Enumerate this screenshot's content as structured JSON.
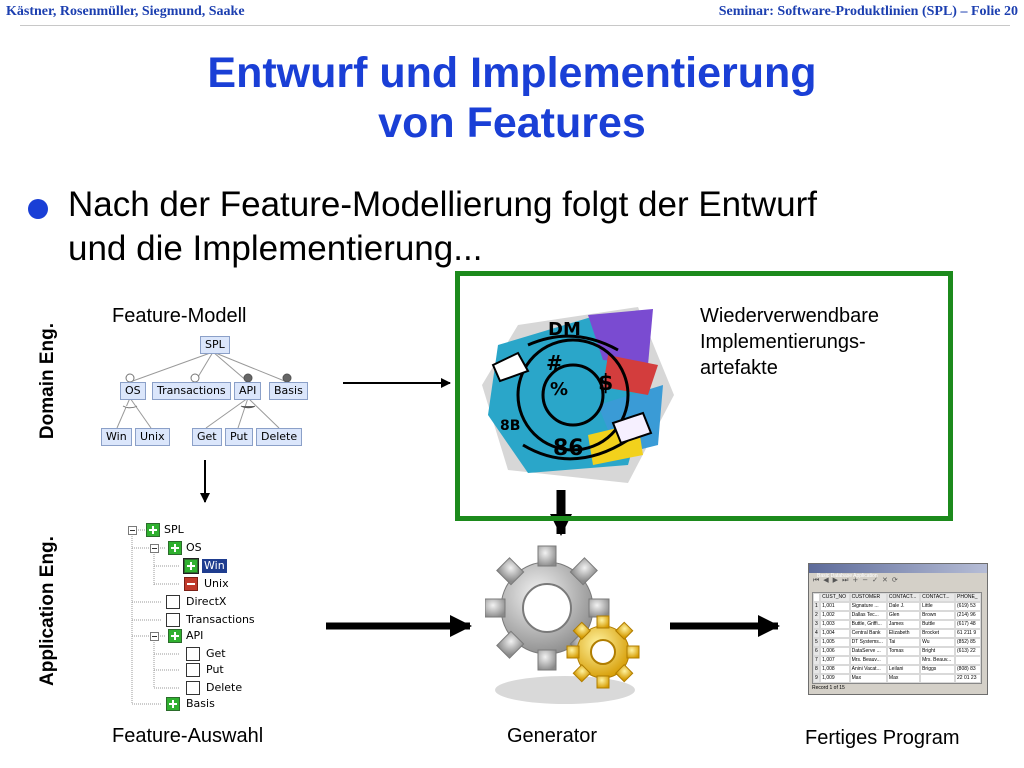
{
  "header": {
    "authors": "Kästner, Rosenmüller, Siegmund, Saake",
    "seminar": "Seminar: Software-Produktlinien (SPL) – Folie 20"
  },
  "title": {
    "line1": "Entwurf und Implementierung",
    "line2": "von Features"
  },
  "bullet": {
    "line1": "Nach der Feature-Modellierung folgt der Entwurf",
    "line2": "und die Implementierung..."
  },
  "labels": {
    "domain": "Domain Eng.",
    "application": "Application Eng.",
    "feature_model": "Feature-Modell",
    "feature_selection": "Feature-Auswahl",
    "generator": "Generator",
    "finished_program": "Fertiges Program",
    "artifacts_line1": "Wiederverwendbare",
    "artifacts_line2": "Implementierungs-",
    "artifacts_line3": "artefakte"
  },
  "feature_model": {
    "root": "SPL",
    "level1": [
      "OS",
      "Transactions",
      "API",
      "Basis"
    ],
    "os_children": [
      "Win",
      "Unix"
    ],
    "api_children": [
      "Get",
      "Put",
      "Delete"
    ]
  },
  "feature_tree": [
    {
      "label": "SPL",
      "state": "on"
    },
    {
      "label": "OS",
      "state": "on"
    },
    {
      "label": "Win",
      "state": "on",
      "selected": true
    },
    {
      "label": "Unix",
      "state": "off"
    },
    {
      "label": "DirectX",
      "state": "empty"
    },
    {
      "label": "Transactions",
      "state": "empty"
    },
    {
      "label": "API",
      "state": "on"
    },
    {
      "label": "Get",
      "state": "empty"
    },
    {
      "label": "Put",
      "state": "empty"
    },
    {
      "label": "Delete",
      "state": "empty"
    },
    {
      "label": "Basis",
      "state": "on"
    }
  ],
  "app_window": {
    "title": "Basic Database Application",
    "columns": [
      "CUST_NO",
      "CUSTOMER",
      "CONTACT...",
      "CONTACT...",
      "PHONE_"
    ],
    "rows": [
      [
        "1,001",
        "Signature ...",
        "Dale J.",
        "Little",
        "(619) 53"
      ],
      [
        "1,002",
        "Dallas Tec...",
        "Glen",
        "Brown",
        "(214) 96"
      ],
      [
        "1,003",
        "Buttle, Griffi...",
        "James",
        "Buttle",
        "(617) 48"
      ],
      [
        "1,004",
        "Central Bank",
        "Elizabeth",
        "Brocket",
        "61 211 9"
      ],
      [
        "1,005",
        "DT Systems...",
        "Tai",
        "Wu",
        "(852) 85"
      ],
      [
        "1,006",
        "DataServe ...",
        "Tomas",
        "Bright",
        "(613) 22"
      ],
      [
        "1,007",
        "Mrs. Beauv...",
        "",
        "Mrs. Beauv...",
        ""
      ],
      [
        "1,008",
        "Anini Vacat...",
        "Leilani",
        "Briggs",
        "(808) 83"
      ],
      [
        "1,009",
        "Max",
        "Max",
        "",
        "22 01 23"
      ]
    ],
    "status": "Record 1 of 15"
  },
  "colors": {
    "header_blue": "#1c3fb0",
    "title_blue": "#1a3fd6",
    "box_green": "#1c8a1c"
  }
}
